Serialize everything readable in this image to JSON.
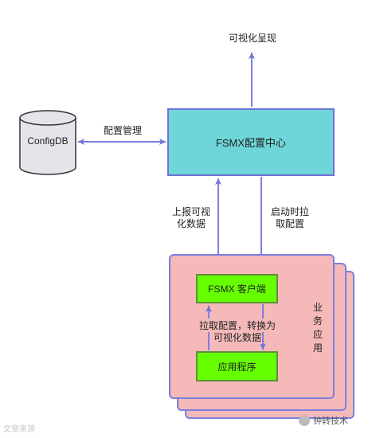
{
  "configdb": {
    "label": "ConfigDB"
  },
  "edges": {
    "config_manage": "配置管理",
    "visual_present": "可视化呈现",
    "report_line1": "上报可视",
    "report_line2": "化数据",
    "startup_line1": "启动时拉",
    "startup_line2": "取配置",
    "convert_line1": "拉取配置，转换为",
    "convert_line2": "可视化数据"
  },
  "center": {
    "label": "FSMX配置中心"
  },
  "client": {
    "label": "FSMX 客户端"
  },
  "app": {
    "label": "应用程序"
  },
  "business": {
    "label": "业务应用"
  },
  "watermarks": {
    "left": "文章来源",
    "right": "钟转技术"
  },
  "colors": {
    "line": "#7b80e0",
    "center_fill": "#6ed6d8",
    "card_fill": "#f4b9b8",
    "green_fill": "#66ff00",
    "db_fill": "#e3e5ea"
  }
}
